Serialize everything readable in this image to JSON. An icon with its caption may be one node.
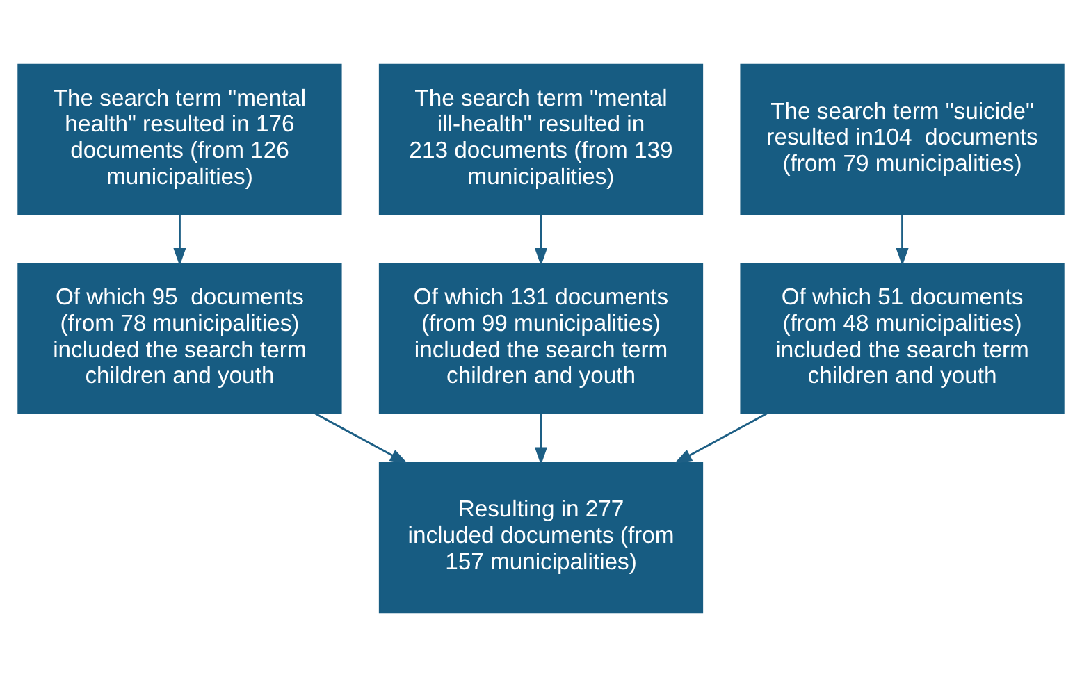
{
  "diagram": {
    "nodes": [
      {
        "text": [
          "The search term \"mental health\" resulted in 176  documents (from 126 municipalities)"
        ]
      },
      {
        "text": [
          "The search term \"mental ill-health\" resulted in 213 documents (from 139 municipalities)"
        ]
      },
      {
        "text": [
          "The search term \"suicide\" resulted in104  documents (from 79 municipalities)"
        ]
      },
      {
        "text": [
          "Of which 95  documents (from 78 municipalities) included the search term children and youth"
        ]
      },
      {
        "text": [
          "Of which 131 documents (from 99 municipalities) included the search term children and youth"
        ]
      },
      {
        "text": [
          "Of which 51 documents (from 48 municipalities) included the search term children and youth"
        ]
      },
      {
        "text": [
          "Resulting in 277 included documents (from 157 municipalities)"
        ]
      }
    ],
    "edges": [
      {
        "from": 0,
        "to": 3,
        "arrow": "to"
      },
      {
        "from": 1,
        "to": 4,
        "arrow": "to"
      },
      {
        "from": 2,
        "to": 5,
        "arrow": "to"
      },
      {
        "from": 3,
        "to": 6,
        "arrow": "to"
      },
      {
        "from": 4,
        "to": 6,
        "arrow": "to"
      },
      {
        "from": 5,
        "to": 6,
        "arrow": "to"
      }
    ]
  }
}
